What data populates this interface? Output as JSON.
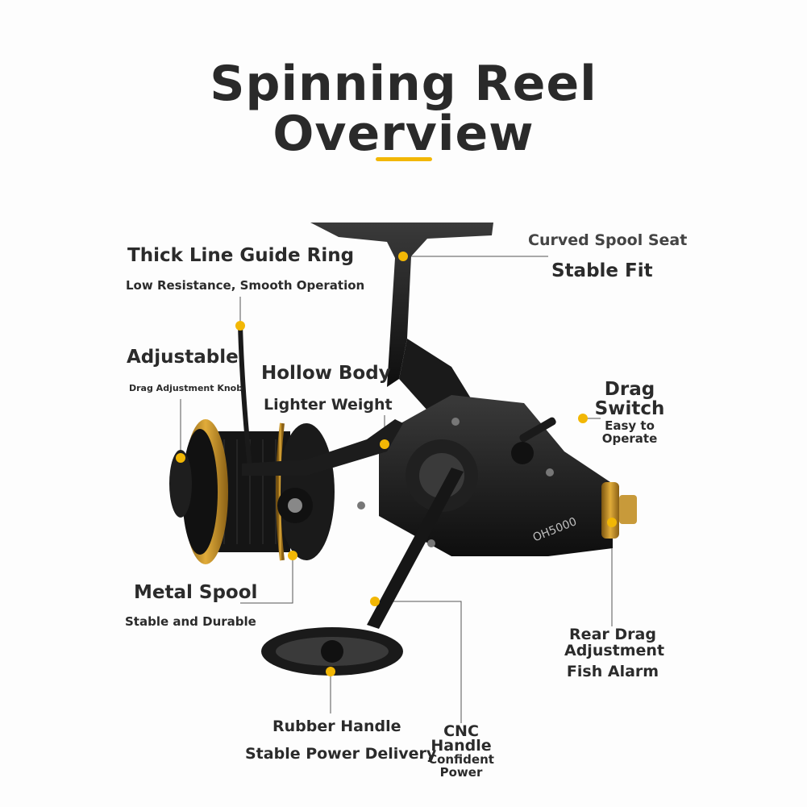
{
  "title": {
    "line1": "Spinning Reel",
    "line2": "Overview"
  },
  "accent_color": "#f2b705",
  "model_text": "OH5000",
  "callouts": {
    "line_guide": {
      "title": "Thick Line Guide Ring",
      "sub": "Low Resistance, Smooth Operation"
    },
    "adjustable": {
      "title": "Adjustable",
      "sub": "Drag Adjustment Knob"
    },
    "hollow_body": {
      "title": "Hollow Body",
      "sub": "Lighter Weight"
    },
    "metal_spool": {
      "title": "Metal Spool",
      "sub": "Stable and Durable"
    },
    "spool_seat": {
      "title": "Curved Spool Seat",
      "sub": "Stable Fit"
    },
    "drag_switch": {
      "line1": "Drag",
      "line2": "Switch",
      "sub1": "Easy to",
      "sub2": "Operate"
    },
    "rear_drag": {
      "line1": "Rear Drag",
      "line2": "Adjustment",
      "sub": "Fish Alarm"
    },
    "rubber_handle": {
      "title": "Rubber Handle",
      "sub": "Stable Power Delivery"
    },
    "cnc_handle": {
      "line1": "CNC",
      "line2": "Handle",
      "sub1": "Confident",
      "sub2": "Power"
    }
  }
}
